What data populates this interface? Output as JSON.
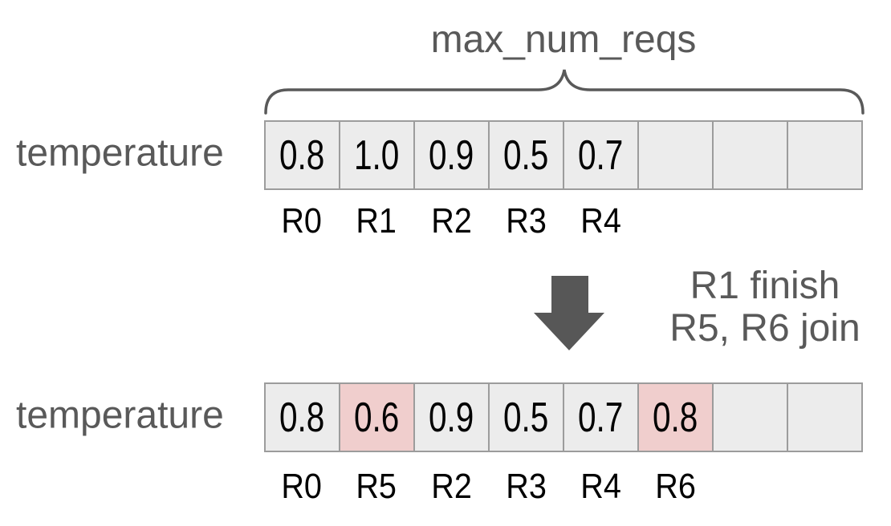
{
  "title_label": "max_num_reqs",
  "rows": {
    "top": {
      "label": "temperature",
      "cells": [
        {
          "value": "0.8",
          "label": "R0",
          "highlight": false
        },
        {
          "value": "1.0",
          "label": "R1",
          "highlight": false
        },
        {
          "value": "0.9",
          "label": "R2",
          "highlight": false
        },
        {
          "value": "0.5",
          "label": "R3",
          "highlight": false
        },
        {
          "value": "0.7",
          "label": "R4",
          "highlight": false
        },
        {
          "value": "",
          "label": "",
          "highlight": false
        },
        {
          "value": "",
          "label": "",
          "highlight": false
        },
        {
          "value": "",
          "label": "",
          "highlight": false
        }
      ]
    },
    "bottom": {
      "label": "temperature",
      "cells": [
        {
          "value": "0.8",
          "label": "R0",
          "highlight": false
        },
        {
          "value": "0.6",
          "label": "R5",
          "highlight": true
        },
        {
          "value": "0.9",
          "label": "R2",
          "highlight": false
        },
        {
          "value": "0.5",
          "label": "R3",
          "highlight": false
        },
        {
          "value": "0.7",
          "label": "R4",
          "highlight": false
        },
        {
          "value": "0.8",
          "label": "R6",
          "highlight": true
        },
        {
          "value": "",
          "label": "",
          "highlight": false
        },
        {
          "value": "",
          "label": "",
          "highlight": false
        }
      ]
    }
  },
  "transition": {
    "lines": [
      "R1 finish",
      "R5, R6 join"
    ],
    "arrow_icon": "down-arrow"
  },
  "colors": {
    "label_gray": "#595959",
    "arrow_gray": "#575757",
    "cell_fill": "#ececec",
    "cell_highlight": "#f0cecd",
    "cell_border": "#9c9c9c",
    "value_black": "#000000"
  }
}
